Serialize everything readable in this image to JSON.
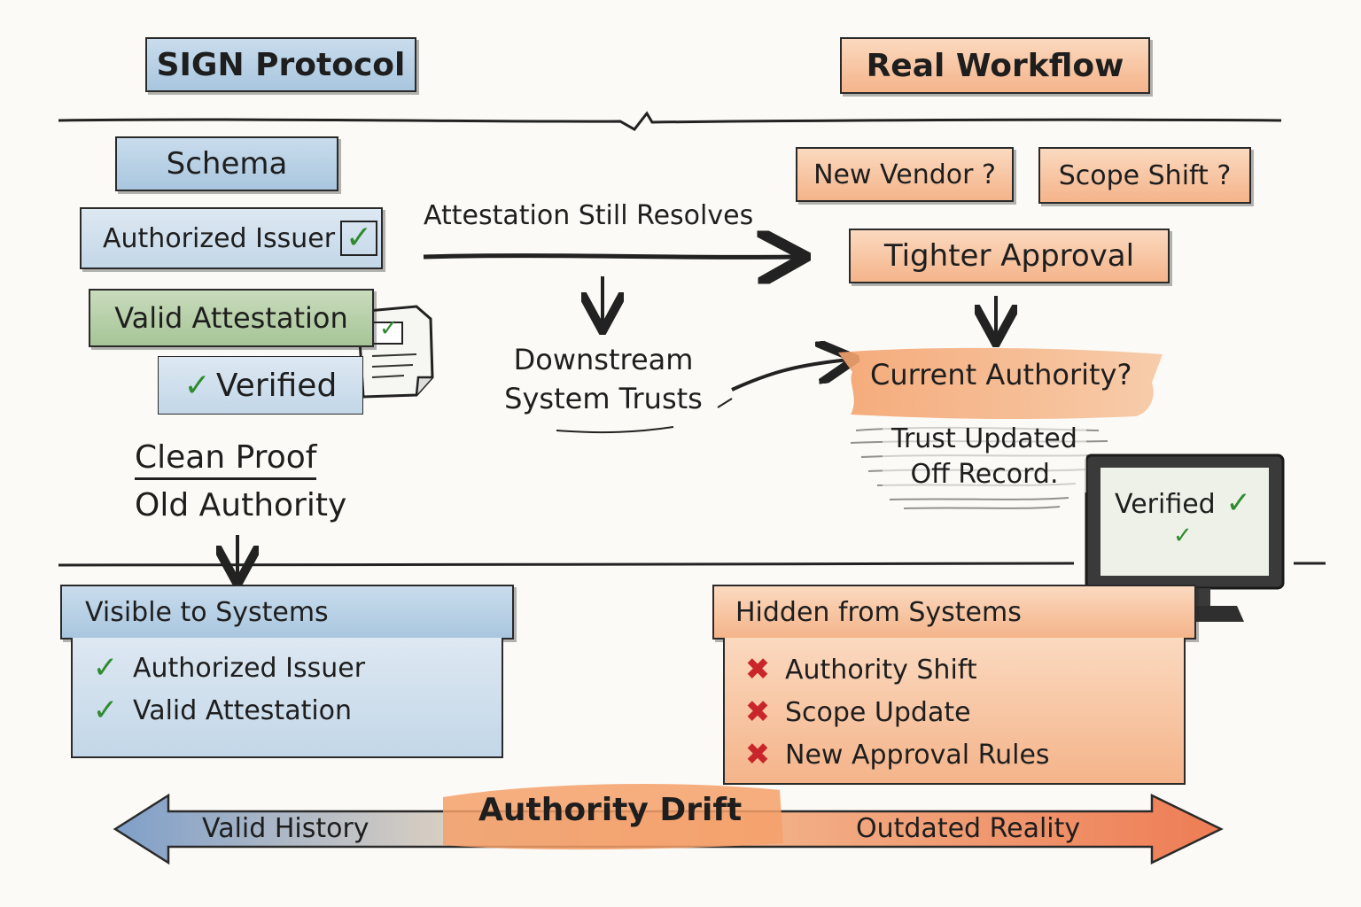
{
  "left_header": "SIGN Protocol",
  "right_header": "Real Workflow",
  "left_stack": {
    "schema": "Schema",
    "authorized_issuer": "Authorized Issuer",
    "valid_attestation": "Valid Attestation",
    "verified": "Verified",
    "clean_proof": "Clean Proof",
    "old_authority": "Old Authority"
  },
  "middle": {
    "attestation_resolves": "Attestation Still Resolves",
    "downstream_line1": "Downstream",
    "downstream_line2": "System Trusts"
  },
  "right_stack": {
    "new_vendor": "New Vendor ?",
    "scope_shift": "Scope Shift ?",
    "tighter_approval": "Tighter Approval",
    "current_authority": "Current Authority?",
    "trust_line1": "Trust Updated",
    "trust_line2": "Off Record.",
    "monitor_text": "Verified"
  },
  "visible_panel": {
    "title": "Visible to Systems",
    "items": [
      "Authorized Issuer",
      "Valid Attestation"
    ]
  },
  "hidden_panel": {
    "title": "Hidden from Systems",
    "items": [
      "Authority Shift",
      "Scope Update",
      "New Approval Rules"
    ]
  },
  "drift_arrow": {
    "center": "Authority Drift",
    "left": "Valid History",
    "right": "Outdated Reality"
  },
  "colors": {
    "blue": "#a9c6df",
    "orange": "#f4b48a",
    "green": "#a6c496",
    "check": "#2e8b2e",
    "cross": "#c8262b"
  }
}
